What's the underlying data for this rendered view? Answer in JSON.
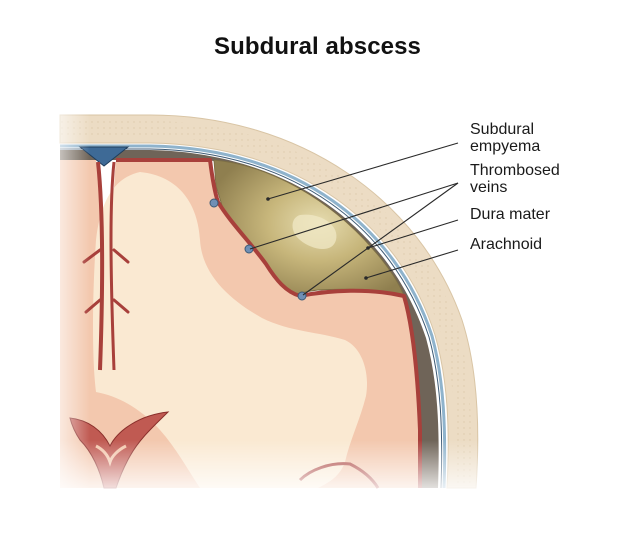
{
  "figure": {
    "title": "Subdural abscess"
  },
  "labels": {
    "subdural_empyema": {
      "line1": "Subdural",
      "line2": "empyema"
    },
    "thrombosed_veins": {
      "line1": "Thrombosed",
      "line2": "veins"
    },
    "dura_mater": {
      "text": "Dura mater"
    },
    "arachnoid": {
      "text": "Arachnoid"
    }
  },
  "colors": {
    "skull": "#ecdcc4",
    "dura": "#8fb3cc",
    "cortex": "#f3c8ae",
    "white_matter": "#fae9d2",
    "vessel_red": "#a8403b",
    "empyema": "#c9b67d",
    "vein_blue": "#6f8fb5"
  }
}
